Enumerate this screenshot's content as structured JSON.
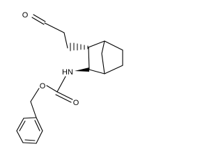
{
  "molecule": {
    "atom_labels": {
      "aldehyde_oxygen": "O",
      "amide_nitrogen": "HN",
      "ester_oxygen": "O",
      "carbonyl_oxygen": "O"
    },
    "colors": {
      "bond": "#000000",
      "label": "#000000",
      "background": "#ffffff"
    }
  }
}
